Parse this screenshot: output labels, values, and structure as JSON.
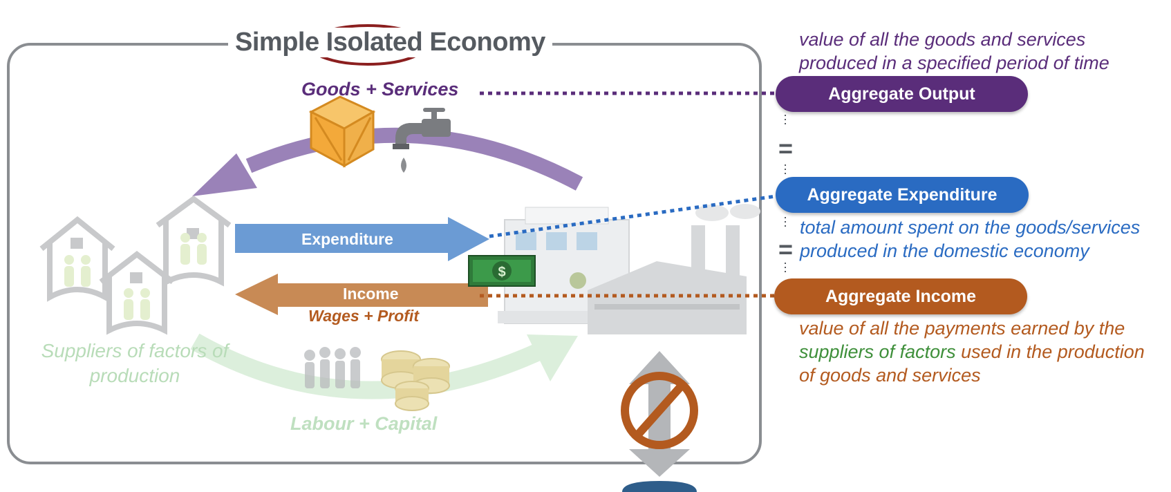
{
  "title": {
    "prefix": "Simple",
    "highlight": "Isolated",
    "suffix": "Economy"
  },
  "flows": {
    "goods_services": "Goods + Services",
    "expenditure": "Expenditure",
    "income": "Income",
    "wages_profit": "Wages + Profit",
    "labour_capital": "Labour + Capital"
  },
  "households_label": "Suppliers of factors of production",
  "aggregates": {
    "output": {
      "label": "Aggregate Output",
      "description_line1": "value of all the goods and services",
      "description_line2": "produced in a specified period of time"
    },
    "expenditure": {
      "label": "Aggregate Expenditure",
      "description_line1": "total amount spent on the goods/services",
      "description_line2": "produced in the domestic economy"
    },
    "income": {
      "label": "Aggregate Income",
      "description_line1": "value of all the payments earned by the",
      "description_line2_highlight": "suppliers of factors",
      "description_line2_rest": " used in the production",
      "description_line3": "of goods and services"
    }
  },
  "equals_symbol": "=",
  "money_symbol": "$",
  "colors": {
    "output": "#5a2d7a",
    "expenditure": "#2a6bc2",
    "income": "#b35a1f",
    "labour": "#bfe0c0",
    "frame": "#8a8d91",
    "no_trade": "#b35a1f"
  },
  "icons": [
    "crate-icon",
    "faucet-icon",
    "house-icon",
    "family-icon",
    "factory-icon",
    "office-building-icon",
    "cash-icon",
    "workers-icon",
    "coins-icon",
    "no-entry-icon",
    "globe-icon"
  ]
}
